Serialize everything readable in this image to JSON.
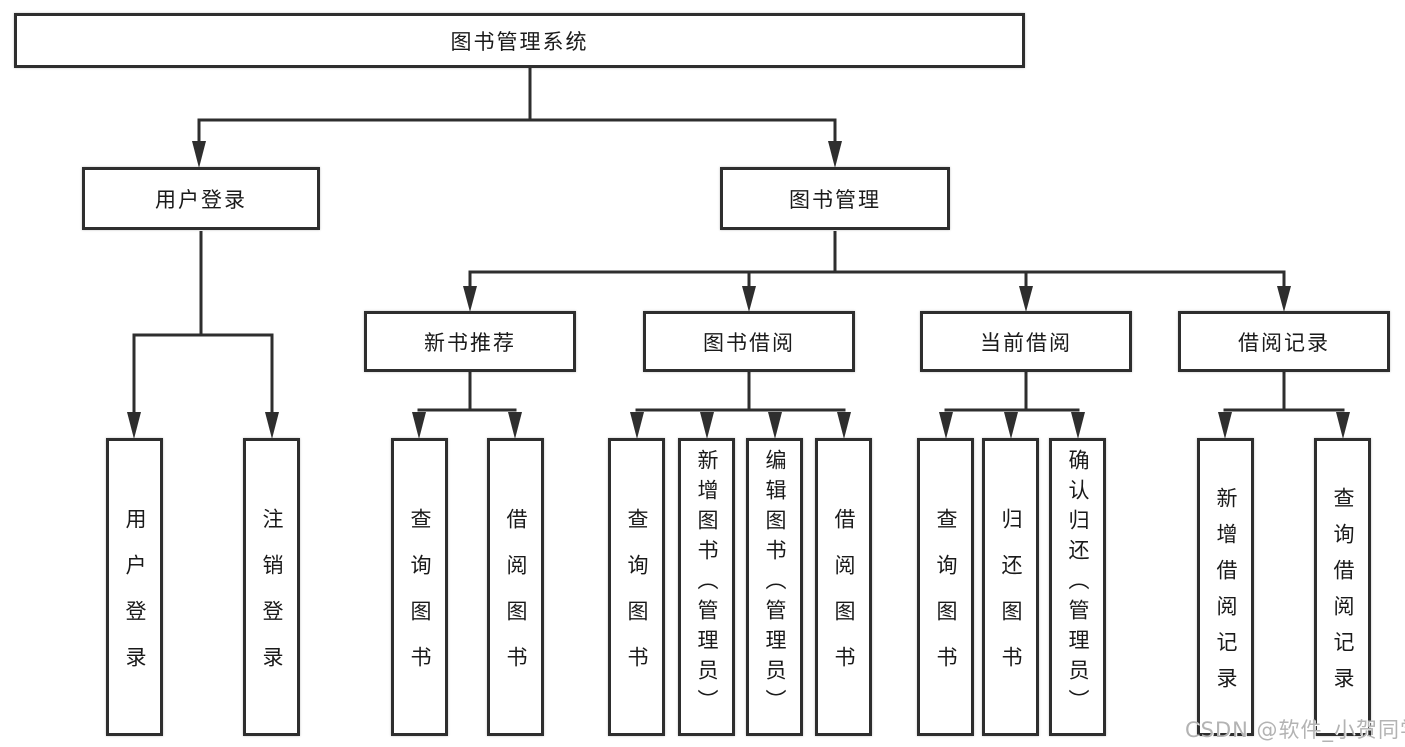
{
  "tree": {
    "root": {
      "label": "图书管理系统",
      "children": [
        {
          "label": "用户登录",
          "children": [
            {
              "label": "用户登录"
            },
            {
              "label": "注销登录"
            }
          ]
        },
        {
          "label": "图书管理",
          "children": [
            {
              "label": "新书推荐",
              "children": [
                {
                  "label": "查询图书"
                },
                {
                  "label": "借阅图书"
                }
              ]
            },
            {
              "label": "图书借阅",
              "children": [
                {
                  "label": "查询图书"
                },
                {
                  "label": "新增图书（管理员）"
                },
                {
                  "label": "编辑图书（管理员）"
                },
                {
                  "label": "借阅图书"
                }
              ]
            },
            {
              "label": "当前借阅",
              "children": [
                {
                  "label": "查询图书"
                },
                {
                  "label": "归还图书"
                },
                {
                  "label": "确认归还（管理员）"
                }
              ]
            },
            {
              "label": "借阅记录",
              "children": [
                {
                  "label": "新增借阅记录"
                },
                {
                  "label": "查询借阅记录"
                }
              ]
            }
          ]
        }
      ]
    }
  },
  "watermark": "CSDN @软件_小贺同学",
  "colors": {
    "line": "#2e2e2e",
    "text": "#1a1a1a",
    "background": "#ffffff",
    "watermark": "#b3b3b3"
  }
}
